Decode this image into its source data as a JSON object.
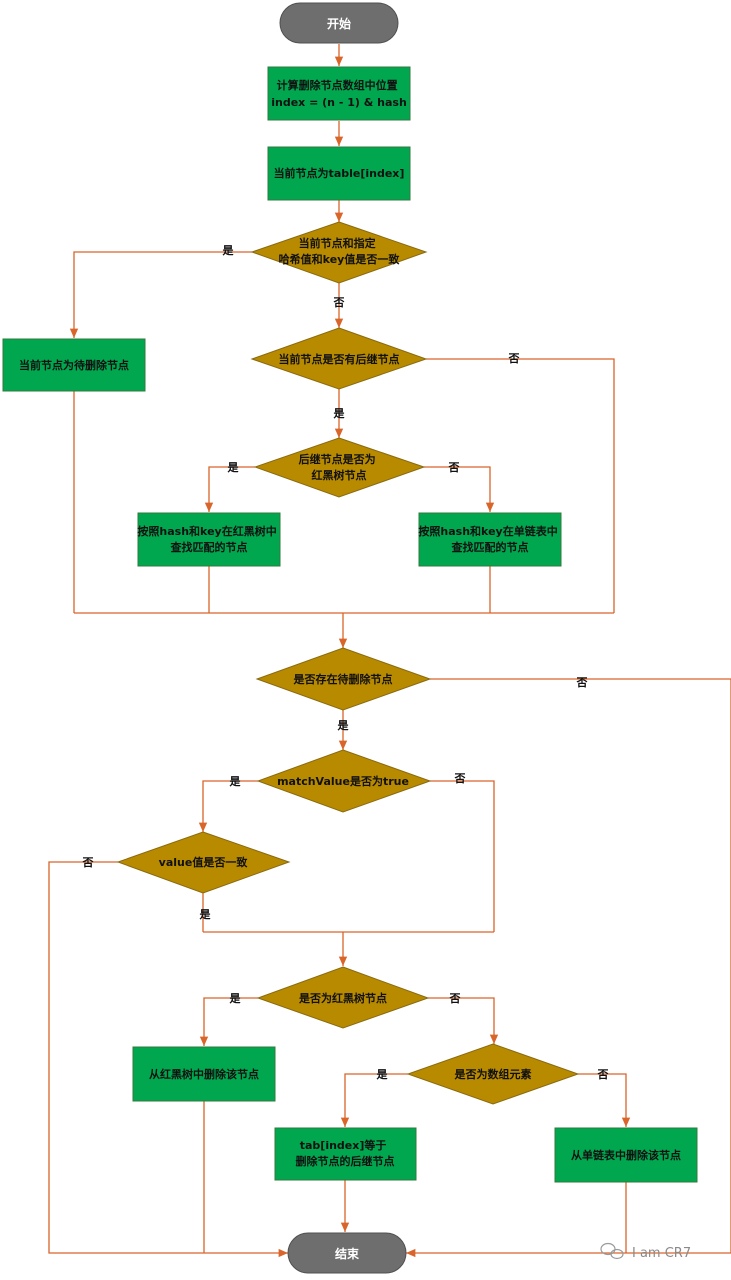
{
  "colors": {
    "process": "#00a74f",
    "process_border": "#2f7a3c",
    "decision": "#b88a00",
    "decision_border": "#8a6a10",
    "terminal": "#6e6e6e",
    "terminal_border": "#505050",
    "line": "#d9652a"
  },
  "nodes": {
    "start": "开始",
    "compute_index": [
      "计算删除节点数组中位置",
      "index = (n - 1) & hash"
    ],
    "current_node": "当前节点为table[index]",
    "same_hash_key": [
      "当前节点和指定",
      "哈希值和key值是否一致"
    ],
    "is_pending_delete": "当前节点为待删除节点",
    "has_next": "当前节点是否有后继节点",
    "next_is_tree": [
      "后继节点是否为",
      "红黑树节点"
    ],
    "find_in_tree": [
      "按照hash和key在红黑树中",
      "查找匹配的节点"
    ],
    "find_in_list": [
      "按照hash和key在单链表中",
      "查找匹配的节点"
    ],
    "exists_pending": "是否存在待删除节点",
    "match_value": "matchValue是否为true",
    "value_equal": "value值是否一致",
    "is_tree_node": "是否为红黑树节点",
    "remove_from_tree": "从红黑树中删除该节点",
    "is_array_elem": "是否为数组元素",
    "tab_index_next": [
      "tab[index]等于",
      "删除节点的后继节点"
    ],
    "remove_from_list": "从单链表中删除该节点",
    "end": "结束"
  },
  "labels": {
    "yes": "是",
    "no": "否"
  },
  "watermark": "I am CR7"
}
